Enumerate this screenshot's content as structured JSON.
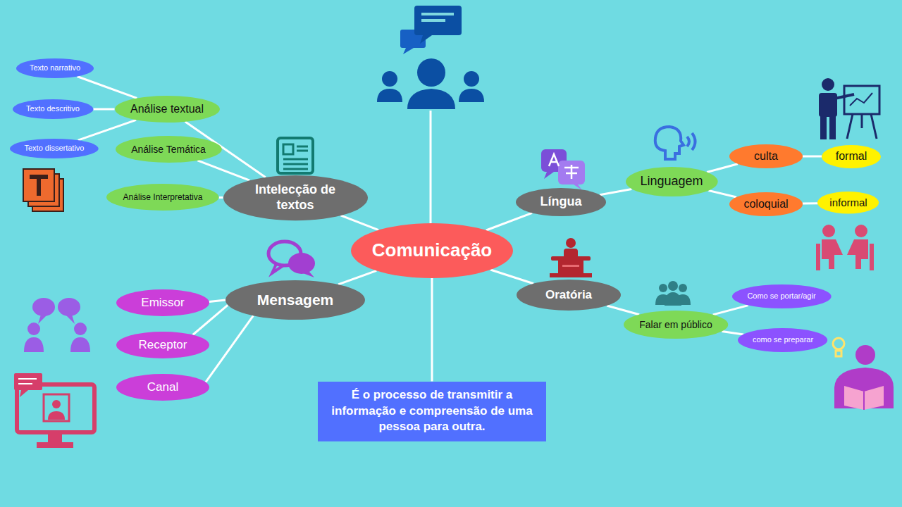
{
  "diagram": {
    "nodes": [
      {
        "text": [
          "Comunicação"
        ]
      },
      {
        "text": [
          "Intelecção de textos"
        ]
      },
      {
        "text": [
          "Análise textual"
        ]
      },
      {
        "text": [
          "Texto narrativo"
        ]
      },
      {
        "text": [
          "Texto descritivo"
        ]
      },
      {
        "text": [
          "Texto dissertativo"
        ]
      },
      {
        "text": [
          "Análise Temática"
        ]
      },
      {
        "text": [
          "Análise Interpretativa"
        ]
      },
      {
        "text": [
          "Mensagem"
        ]
      },
      {
        "text": [
          "Emissor"
        ]
      },
      {
        "text": [
          "Receptor"
        ]
      },
      {
        "text": [
          "Canal"
        ]
      },
      {
        "text": [
          "Língua"
        ]
      },
      {
        "text": [
          "Linguagem"
        ]
      },
      {
        "text": [
          "culta"
        ]
      },
      {
        "text": [
          "formal"
        ]
      },
      {
        "text": [
          "coloquial"
        ]
      },
      {
        "text": [
          "informal"
        ]
      },
      {
        "text": [
          "Oratória"
        ]
      },
      {
        "text": [
          "Falar em público"
        ]
      },
      {
        "text": [
          "Como se portar/agir"
        ]
      },
      {
        "text": [
          "como se preparar"
        ]
      },
      {
        "text": [
          "É o processo de transmitir a informação e compreensão de uma pessoa para outra."
        ]
      }
    ],
    "edges": [
      {
        "from": 0,
        "to": 1,
        "arrow": "none"
      },
      {
        "from": 1,
        "to": 2,
        "arrow": "none"
      },
      {
        "from": 2,
        "to": 3,
        "arrow": "none"
      },
      {
        "from": 2,
        "to": 4,
        "arrow": "none"
      },
      {
        "from": 2,
        "to": 5,
        "arrow": "none"
      },
      {
        "from": 1,
        "to": 6,
        "arrow": "none"
      },
      {
        "from": 1,
        "to": 7,
        "arrow": "none"
      },
      {
        "from": 0,
        "to": 8,
        "arrow": "none"
      },
      {
        "from": 8,
        "to": 9,
        "arrow": "none"
      },
      {
        "from": 8,
        "to": 10,
        "arrow": "none"
      },
      {
        "from": 8,
        "to": 11,
        "arrow": "none"
      },
      {
        "from": 0,
        "to": 12,
        "arrow": "none"
      },
      {
        "from": 12,
        "to": 13,
        "arrow": "none"
      },
      {
        "from": 13,
        "to": 14,
        "arrow": "none"
      },
      {
        "from": 14,
        "to": 15,
        "arrow": "none"
      },
      {
        "from": 13,
        "to": 16,
        "arrow": "none"
      },
      {
        "from": 16,
        "to": 17,
        "arrow": "none"
      },
      {
        "from": 0,
        "to": 18,
        "arrow": "none"
      },
      {
        "from": 18,
        "to": 19,
        "arrow": "none"
      },
      {
        "from": 19,
        "to": 20,
        "arrow": "none"
      },
      {
        "from": 19,
        "to": 21,
        "arrow": "none"
      },
      {
        "from": 0,
        "to": 22,
        "arrow": "none"
      }
    ]
  }
}
